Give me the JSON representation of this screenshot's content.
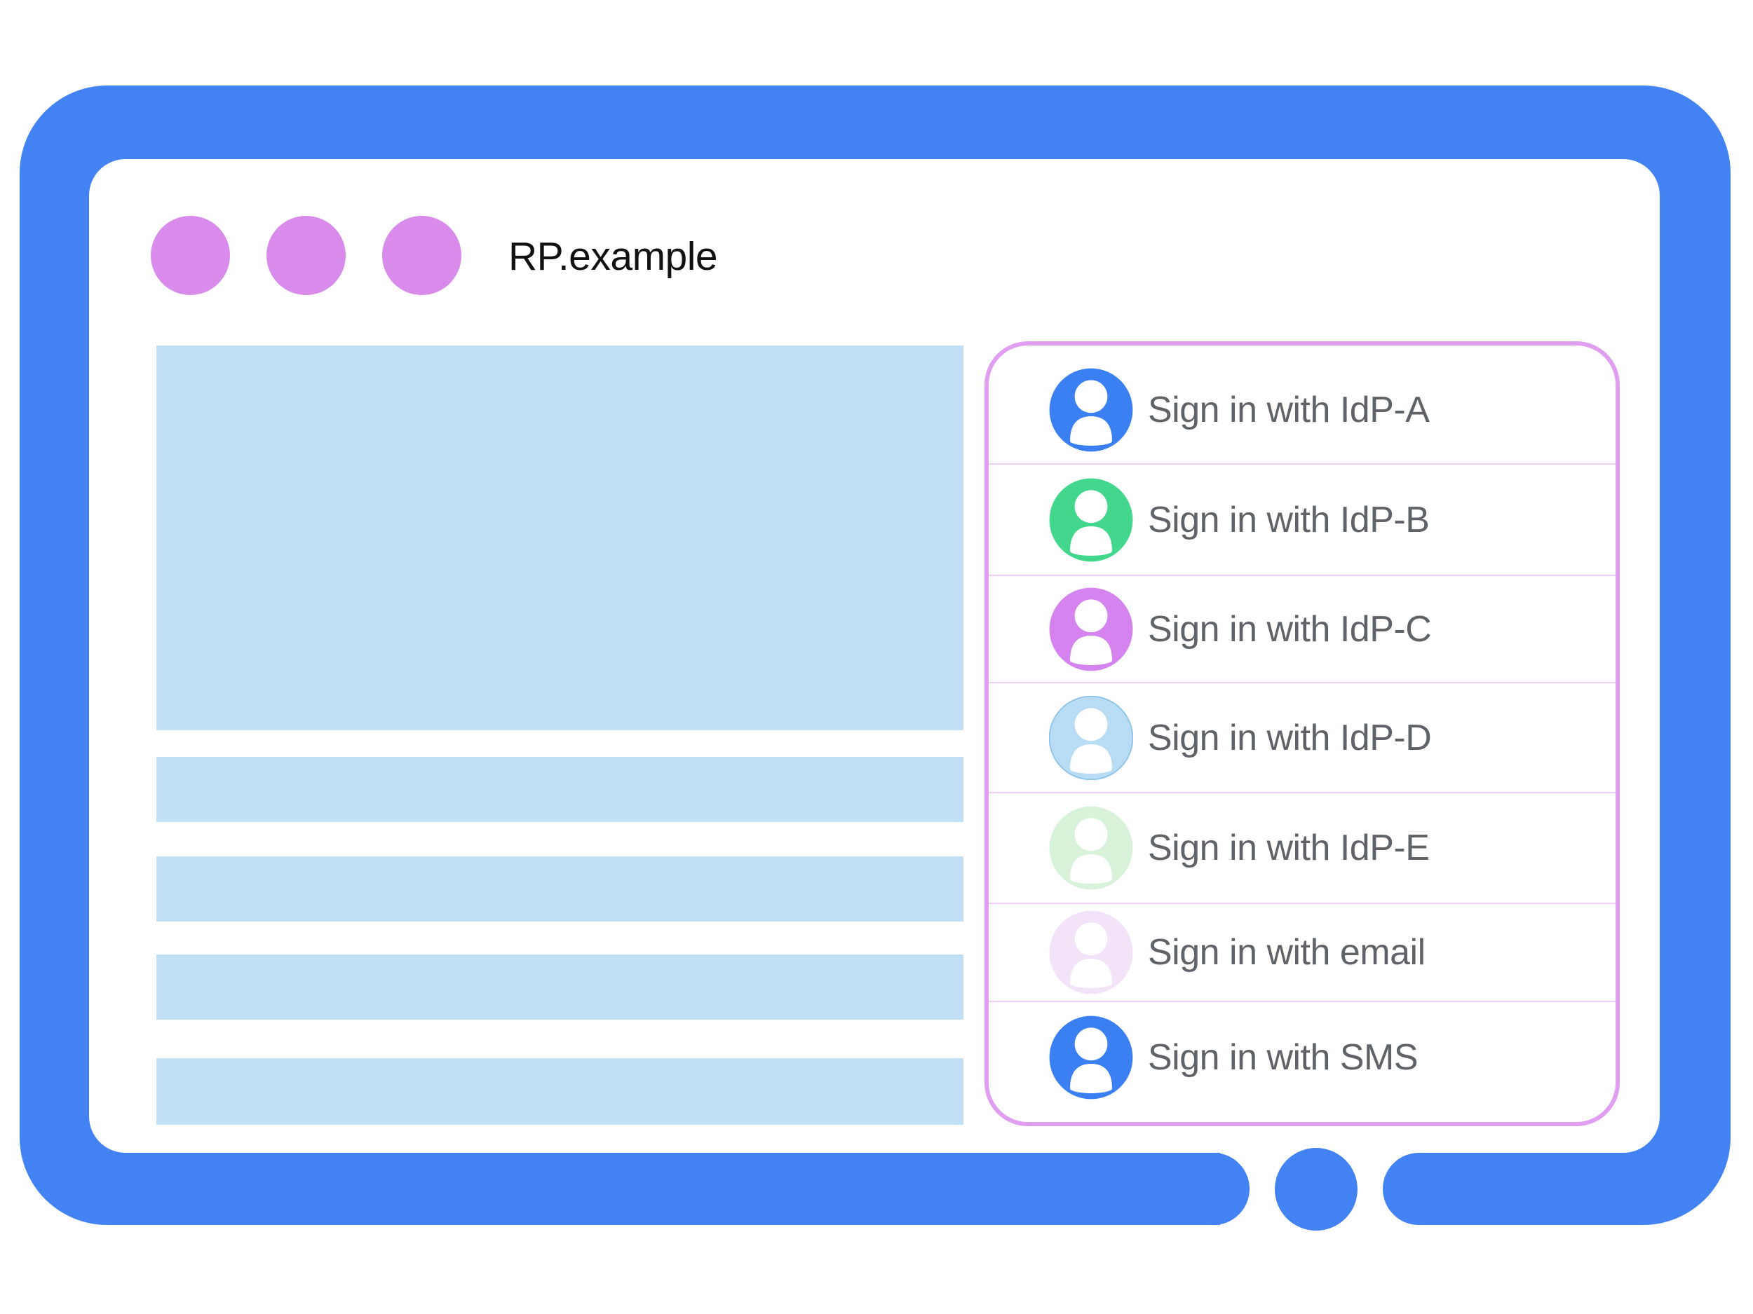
{
  "colors": {
    "frame-blue": "#4282F3",
    "screen-bg": "#FFFFFF",
    "dot-purple": "#D88BEB",
    "placeholder-blue": "#C2E0F3",
    "panel-border": "#DF9EF0",
    "panel-divider": "#F0CFF6",
    "row-text": "#5F6368",
    "title-color": "#121212"
  },
  "window": {
    "title": "RP.example"
  },
  "signin_panel": {
    "options": [
      {
        "label": "Sign in with IdP-A",
        "avatar_color": "#3B80F2"
      },
      {
        "label": "Sign in with IdP-B",
        "avatar_color": "#42D78D"
      },
      {
        "label": "Sign in with IdP-C",
        "avatar_color": "#D583EE"
      },
      {
        "label": "Sign in with IdP-D",
        "avatar_color": "#B7DCF3"
      },
      {
        "label": "Sign in with IdP-E",
        "avatar_color": "#D9F3DB"
      },
      {
        "label": "Sign in with email",
        "avatar_color": "#F2E3F9"
      },
      {
        "label": "Sign in with SMS",
        "avatar_color": "#3B80F2"
      }
    ]
  }
}
